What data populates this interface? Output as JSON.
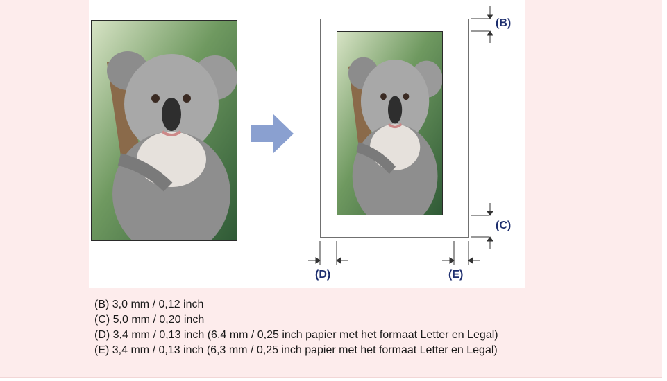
{
  "figure": {
    "labels": {
      "b": "(B)",
      "c": "(C)",
      "d": "(D)",
      "e": "(E)"
    },
    "photo_subject": "koala-photo",
    "arrow_color": "#8aa0d0"
  },
  "specs": [
    "(B) 3,0 mm / 0,12 inch",
    "(C) 5,0 mm / 0,20 inch",
    "(D) 3,4 mm / 0,13 inch (6,4 mm / 0,25 inch papier met het formaat Letter en Legal)",
    "(E) 3,4 mm / 0,13 inch (6,3 mm / 0,25 inch papier met het formaat Letter en Legal)"
  ]
}
